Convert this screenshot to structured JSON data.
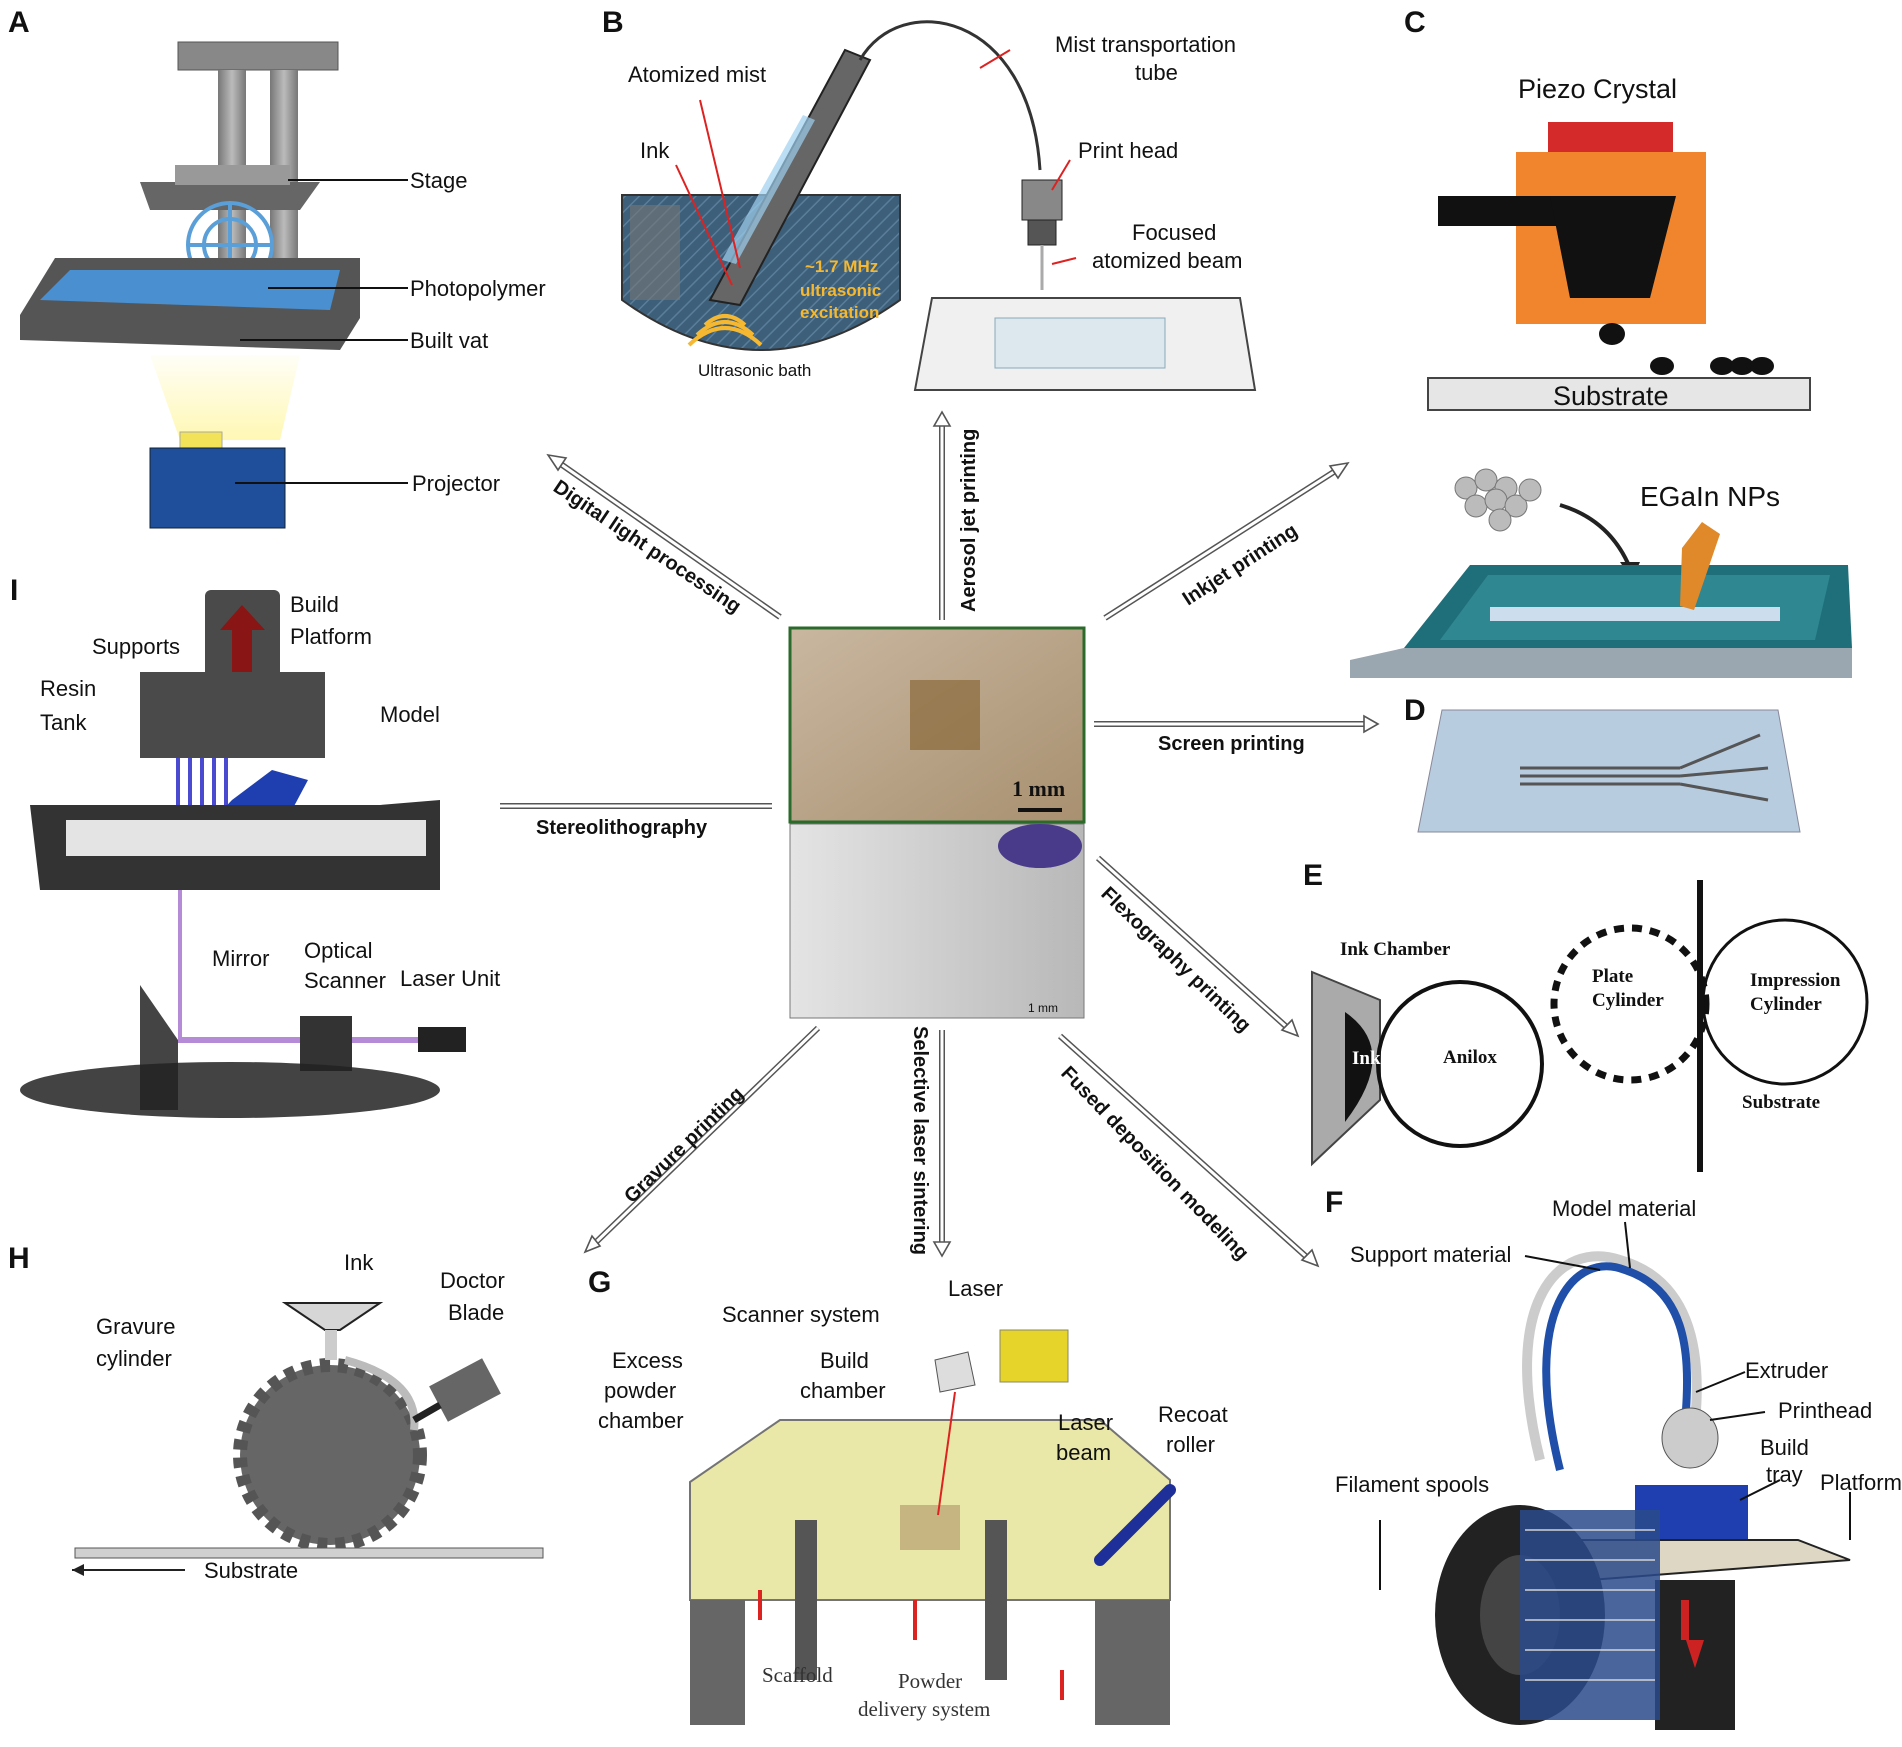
{
  "panels": {
    "A": {
      "letter": "A",
      "labels": {
        "stage": "Stage",
        "photopolymer": "Photopolymer",
        "built_vat": "Built vat",
        "projector": "Projector"
      }
    },
    "B": {
      "letter": "B",
      "labels": {
        "atomized_mist": "Atomized mist",
        "mist_tube_1": "Mist transportation",
        "mist_tube_2": "tube",
        "ink": "Ink",
        "print_head": "Print head",
        "focused_1": "Focused",
        "focused_2": "atomized beam",
        "ultrasonic_bath": "Ultrasonic bath",
        "excitation_1": "~1.7 MHz",
        "excitation_2": "ultrasonic",
        "excitation_3": "excitation"
      }
    },
    "C": {
      "letter": "C",
      "labels": {
        "piezo": "Piezo Crystal",
        "substrate": "Substrate",
        "egain": "EGaIn NPs"
      }
    },
    "D": {
      "letter": "D"
    },
    "E": {
      "letter": "E",
      "labels": {
        "ink_chamber": "Ink Chamber",
        "ink": "Ink",
        "anilox": "Anilox",
        "plate_1": "Plate",
        "plate_2": "Cylinder",
        "impression_1": "Impression",
        "impression_2": "Cylinder",
        "substrate": "Substrate"
      }
    },
    "F": {
      "letter": "F",
      "labels": {
        "model_material": "Model material",
        "support_material": "Support material",
        "extruder": "Extruder",
        "printhead": "Printhead",
        "build": "Build",
        "tray": "tray",
        "platform": "Platform",
        "filament_spools": "Filament spools"
      }
    },
    "G": {
      "letter": "G",
      "labels": {
        "laser": "Laser",
        "scanner_system": "Scanner system",
        "excess_1": "Excess",
        "excess_2": "powder",
        "excess_3": "chamber",
        "build_1": "Build",
        "build_2": "chamber",
        "laser_beam_1": "Laser",
        "laser_beam_2": "beam",
        "recoat_1": "Recoat",
        "recoat_2": "roller",
        "scaffold": "Scaffold",
        "powder_1": "Powder",
        "powder_2": "delivery system"
      }
    },
    "H": {
      "letter": "H",
      "labels": {
        "ink": "Ink",
        "doctor_1": "Doctor",
        "doctor_2": "Blade",
        "gravure_1": "Gravure",
        "gravure_2": "cylinder",
        "substrate": "Substrate"
      }
    },
    "I": {
      "letter": "I",
      "labels": {
        "build_1": "Build",
        "build_2": "Platform",
        "supports": "Supports",
        "resin_1": "Resin",
        "resin_2": "Tank",
        "model": "Model",
        "mirror": "Mirror",
        "optical_1": "Optical",
        "optical_2": "Scanner",
        "laser_unit": "Laser Unit"
      }
    }
  },
  "center": {
    "scale_top": "1 mm",
    "scale_bottom": "1 mm"
  },
  "methods": {
    "dlp": "Digital light processing",
    "aerosol": "Aerosol jet printing",
    "inkjet": "Inkjet printing",
    "screen": "Screen printing",
    "stereo": "Stereolithography",
    "flexo": "Flexography printing",
    "fdm": "Fused deposition modeling",
    "sls": "Selective laser sintering",
    "gravure": "Gravure printing"
  },
  "colors": {
    "vat_blue": "#4a90d0",
    "projector_blue": "#1f4f9a",
    "piezo_orange": "#f0852d",
    "piezo_red": "#d42a2a",
    "bath_blue": "#2a5577",
    "tank_teal": "#1f6f7a",
    "sls_yellow": "#e8e6a0",
    "laser_yellow": "#e6d42a",
    "fdm_blue": "#1f4fa8",
    "model_blue": "#1f3fb0"
  },
  "icons": [
    "arrow-up-icon",
    "arrow-down-icon",
    "double-arrow-icon"
  ]
}
